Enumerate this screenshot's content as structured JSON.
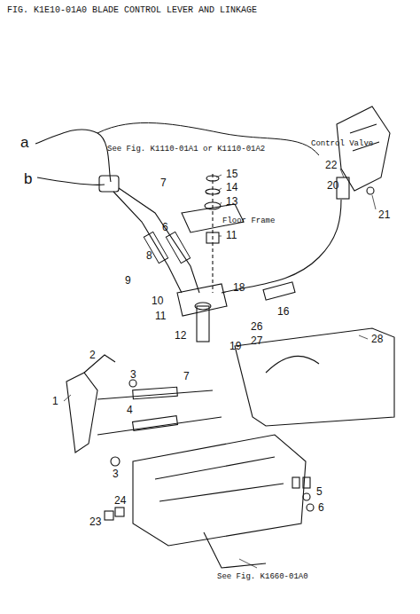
{
  "diagram": {
    "title": "FIG. K1E10-01A0  BLADE CONTROL LEVER AND LINKAGE",
    "labels": [
      "a",
      "b",
      "Control Valve",
      "See Fig. K1110-01A1 or K1110-01A2",
      "Floor Frame",
      "15",
      "14",
      "13",
      "11",
      "7",
      "6",
      "8",
      "9",
      "10",
      "11",
      "12",
      "18",
      "19",
      "16",
      "22",
      "20",
      "21",
      "26",
      "27",
      "28",
      "2",
      "3",
      "7",
      "1",
      "4",
      "3",
      "5",
      "6",
      "23",
      "24",
      "See Fig. K1660-01A0"
    ]
  }
}
